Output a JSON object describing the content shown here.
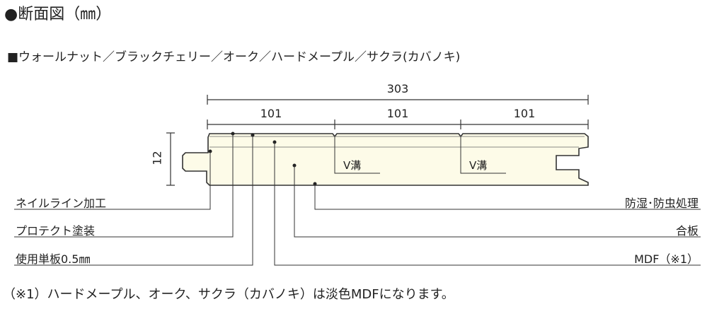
{
  "title": "●断面図（㎜）",
  "subtitle": "■ウォールナット／ブラックチェリー／オーク／ハードメープル／サクラ(カバノキ)",
  "dimensions": {
    "total": "303",
    "segments": [
      "101",
      "101",
      "101"
    ],
    "thickness": "12"
  },
  "groove_labels": [
    "V溝",
    "V溝"
  ],
  "left_labels": [
    "ネイルライン加工",
    "プロテクト塗装",
    "使用単板0.5㎜"
  ],
  "right_labels": [
    "防湿･防虫処理",
    "合板",
    "MDF（※1）"
  ],
  "footnote": "（※1）ハードメープル、オーク、サクラ（カバノキ）は淡色MDFになります。",
  "colors": {
    "board_fill": "#fdfbe8",
    "line": "#333333"
  }
}
